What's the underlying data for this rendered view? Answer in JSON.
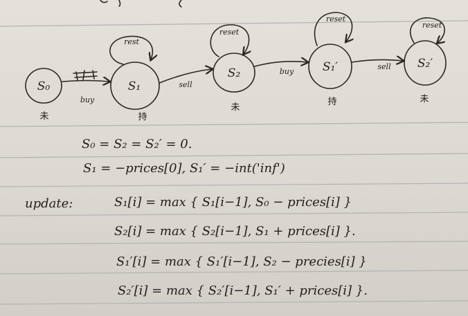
{
  "diagram": {
    "states": [
      {
        "id": "s0",
        "label": "S₀",
        "note": "未"
      },
      {
        "id": "s1",
        "label": "S₁",
        "note": "持"
      },
      {
        "id": "s2",
        "label": "S₂",
        "note": "未"
      },
      {
        "id": "s1p",
        "label": "S₁′",
        "note": "持"
      },
      {
        "id": "s2p",
        "label": "S₂′",
        "note": "未"
      }
    ],
    "self_loops": {
      "s1": "rest",
      "s2": "reset",
      "s1p": "reset",
      "s2p": "reset"
    },
    "transitions": [
      {
        "from": "s0",
        "to": "s1",
        "label": "buy"
      },
      {
        "from": "s1",
        "to": "s2",
        "label": "sell"
      },
      {
        "from": "s2",
        "to": "s1p",
        "label": "buy"
      },
      {
        "from": "s1p",
        "to": "s2p",
        "label": "sell"
      }
    ]
  },
  "init": [
    "S₀ = S₂ = S₂′ = 0.",
    "S₁ = −prices[0],   S₁′ = −int('inf')"
  ],
  "update": {
    "label": "update:",
    "lines": [
      "S₁[i] = max { S₁[i−1], S₀ − prices[i] }",
      "S₂[i] = max { S₂[i−1], S₁ + prices[i] }.",
      "S₁′[i] = max { S₁′[i−1], S₂ − precies[i] }",
      "S₂′[i] = max { S₂′[i−1], S₁′ + prices[i] }."
    ]
  }
}
